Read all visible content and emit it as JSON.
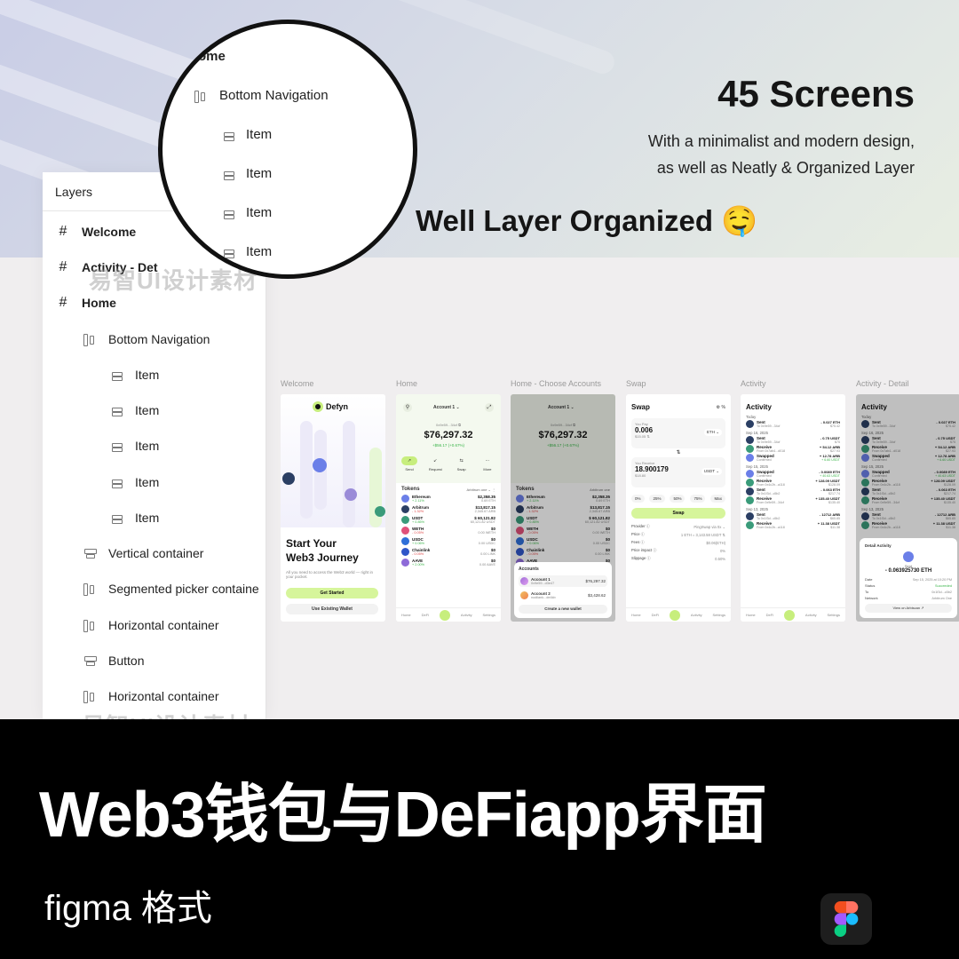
{
  "hero": {
    "title": "45 Screens",
    "subtitle": "With a minimalist and modern design,\nas well as Neatly & Organized Layer",
    "well_organized": "Well Layer Organized 🤤"
  },
  "layers_panel": {
    "title": "Layers",
    "rows": [
      {
        "label": "Welcome",
        "type": "frame"
      },
      {
        "label": "Activity - Det",
        "type": "frame"
      },
      {
        "label": "Home",
        "type": "frame"
      },
      {
        "label": "Bottom Navigation",
        "type": "col"
      },
      {
        "label": "Item",
        "type": "auto"
      },
      {
        "label": "Item",
        "type": "auto"
      },
      {
        "label": "Item",
        "type": "auto"
      },
      {
        "label": "Item",
        "type": "auto"
      },
      {
        "label": "Item",
        "type": "auto"
      },
      {
        "label": "Vertical container",
        "type": "btn"
      },
      {
        "label": "Segmented picker containe",
        "type": "col"
      },
      {
        "label": "Horizontal container",
        "type": "col"
      },
      {
        "label": "Button",
        "type": "btn"
      },
      {
        "label": "Horizontal container",
        "type": "col"
      }
    ]
  },
  "magnifier": {
    "rows": [
      "ome",
      "Bottom Navigation",
      "Item",
      "Item",
      "Item",
      "Item"
    ]
  },
  "watermark": "易智UI设计素材",
  "screens": {
    "labels": [
      "Welcome",
      "Home",
      "Home - Choose Accounts",
      "Swap",
      "Activity",
      "Activity - Detail"
    ],
    "welcome": {
      "brand": "Defyn",
      "heading_1": "Start Your",
      "heading_2": "Web3 Journey",
      "body": "All you need to access the Web3 world — right in your pocket.",
      "primary": "Get Started",
      "secondary": "Use Existing Wallet"
    },
    "home": {
      "account": "Account 1 ⌄",
      "address": "0x9e59...34cf ⧉",
      "balance": "$76,297.32",
      "change": "+$56.17 (+0.67%)",
      "actions": [
        "Send",
        "Request",
        "Swap",
        "More"
      ],
      "tokens_title": "Tokens",
      "network": "Arbitrum one",
      "tokens": [
        {
          "name": "Ethereum",
          "chg": "+ 2.11%",
          "usd": "$2,358.35",
          "amt": "0.69 ETH",
          "color": "#6b7fe8"
        },
        {
          "name": "Arbitrum",
          "chg": "- 1.32%",
          "usd": "$13,817.15",
          "amt": "2,345.67 ARB",
          "color": "#2b3f64"
        },
        {
          "name": "USDT",
          "chg": "+ 0.85%",
          "usd": "$ 60,121.82",
          "amt": "60,121.82 USDT",
          "color": "#3a9b7a"
        },
        {
          "name": "WETH",
          "chg": "- 0.05%",
          "usd": "$0",
          "amt": "0.00 WETH",
          "color": "#e0517a"
        },
        {
          "name": "USDC",
          "chg": "+ 0.06%",
          "usd": "$0",
          "amt": "0.00 USDC",
          "color": "#2f6fd8"
        },
        {
          "name": "Chainlink",
          "chg": "- 0.05%",
          "usd": "$0",
          "amt": "0.00 LINK",
          "color": "#2f56c8"
        },
        {
          "name": "AAVE",
          "chg": "+ 2.00%",
          "usd": "$0",
          "amt": "0.00 AAVE",
          "color": "#8e6bd8"
        }
      ],
      "nav": [
        "Home",
        "DeFi",
        "",
        "Activity",
        "Settings"
      ]
    },
    "accounts_sheet": {
      "title": "Accounts",
      "accounts": [
        {
          "name": "Account 1",
          "addr": "0x9e59...d3e47",
          "bal": "$76,297.32"
        },
        {
          "name": "Account 2",
          "addr": "nodliank...de4kb",
          "bal": "$3,428.62"
        }
      ],
      "create": "Create a new wallet"
    },
    "swap": {
      "title": "Swap",
      "pay_label": "You Pay",
      "pay_value": "0.006",
      "pay_token": "ETH ⌄",
      "pay_usd": "$15.05 ⇅",
      "receive_label": "You Receive",
      "receive_value": "18.900179",
      "receive_token": "USDT ⌄",
      "receive_usd": "$18.80",
      "percents": [
        "0%",
        "25%",
        "50%",
        "75%",
        "Max"
      ],
      "button": "Swap",
      "details": [
        {
          "k": "Provider ⓘ",
          "v": "PingSwap via 0x ⌄"
        },
        {
          "k": "Price ⓘ",
          "v": "1 ETH = 3,143.58 USDT ⇅"
        },
        {
          "k": "Fees ⓘ",
          "v": "$0.06(ETH)"
        },
        {
          "k": "Price impact ⓘ",
          "v": "0%"
        },
        {
          "k": "Slippage ⓘ",
          "v": "0.50%"
        }
      ]
    },
    "activity": {
      "title": "Activity",
      "groups": [
        {
          "date": "Today",
          "items": [
            {
              "t": "Sent",
              "s": "To 0x9e59...34cf",
              "a": "- 0.027 ETH",
              "u": "$75.42"
            }
          ]
        },
        {
          "date": "Sep 16, 2025",
          "items": [
            {
              "t": "Sent",
              "s": "To 0x9e59...34cf",
              "a": "- 0.75 USDT",
              "u": "$75"
            },
            {
              "t": "Receive",
              "s": "From 0x7ab4...d018",
              "a": "+ 54.12 ARB",
              "u": "$27.93"
            },
            {
              "t": "Swapped",
              "s": "Confirmed",
              "a": "+ 12.78 ARB",
              "u": "+ 6.60 USDT"
            }
          ]
        },
        {
          "date": "Sep 15, 2025",
          "items": [
            {
              "t": "Swapped",
              "s": "Confirmed",
              "a": "- 0.0089 ETH",
              "u": "+ 40.63 USDT"
            },
            {
              "t": "Receive",
              "s": "From 0x4c2b...a118",
              "a": "+ 128.09 USDT",
              "u": "$128.09"
            },
            {
              "t": "Sent",
              "s": "To 0x1f3d...c5b2",
              "a": "- 0.063 ETH",
              "u": "$217.74"
            },
            {
              "t": "Receive",
              "s": "From 0x9e59...34cf",
              "a": "+ 135.40 USDT",
              "u": "$135.40"
            }
          ]
        },
        {
          "date": "Sep 13, 2025",
          "items": [
            {
              "t": "Sent",
              "s": "To 0x1f3d...c5b2",
              "a": "- 12712 ARB",
              "u": "$65.85"
            },
            {
              "t": "Receive",
              "s": "From 0x4c2b...a118",
              "a": "+ 11.38 USDT",
              "u": "$11.38"
            }
          ]
        }
      ]
    },
    "activity_detail": {
      "title": "Detail Activity",
      "sent": "Sent",
      "amount": "- 0.063925730 ETH",
      "rows": [
        {
          "k": "Date",
          "v": "Sep 15, 2025 at 10:20 PM"
        },
        {
          "k": "Status",
          "v": "Succeeded"
        },
        {
          "k": "To",
          "v": "0x1f3d...c5b2"
        },
        {
          "k": "Network",
          "v": "Arbitrum One"
        }
      ],
      "view": "View on Arbiscan ↗"
    }
  },
  "banner": {
    "title": "Web3钱包与DeFiapp界面",
    "subtitle": "figma 格式"
  },
  "colors": {
    "accent": "#d6f59b",
    "green": "#3bb54a",
    "red": "#e04848",
    "banner": "#000000"
  }
}
